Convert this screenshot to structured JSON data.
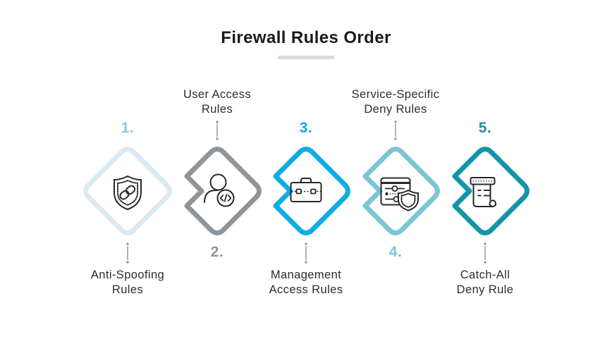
{
  "title": "Firewall Rules Order",
  "colors": {
    "title_underline": "#DBDBDB",
    "connector": "#9AA1A6",
    "icon_stroke": "#26292C"
  },
  "steps": [
    {
      "number": "1.",
      "label": "Anti-Spoofing\nRules",
      "label_position": "bottom",
      "color": "#D9EAF2",
      "number_color": "#85CBDC",
      "icon": "shield-link-icon"
    },
    {
      "number": "2.",
      "label": "User Access\nRules",
      "label_position": "top",
      "color": "#8E969C",
      "number_color": "#8E969C",
      "icon": "user-code-icon"
    },
    {
      "number": "3.",
      "label": "Management\nAccess Rules",
      "label_position": "bottom",
      "color": "#0FADE3",
      "number_color": "#0FADE3",
      "icon": "briefcase-icon"
    },
    {
      "number": "4.",
      "label": "Service-Specific\nDeny Rules",
      "label_position": "top",
      "color": "#7CC5D5",
      "number_color": "#7CC5D5",
      "icon": "settings-shield-icon"
    },
    {
      "number": "5.",
      "label": "Catch-All\nDeny Rule",
      "label_position": "bottom",
      "color": "#1295A8",
      "number_color": "#1295A8",
      "icon": "scroll-icon"
    }
  ]
}
